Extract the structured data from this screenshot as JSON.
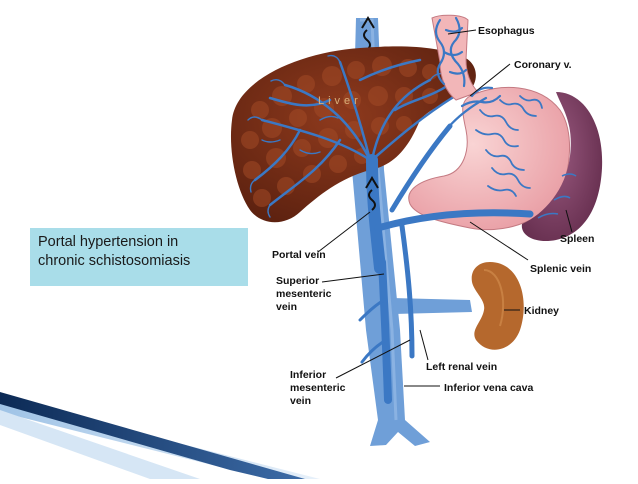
{
  "caption": {
    "line1": "Portal hypertension  in",
    "line2": "chronic schistosomiasis"
  },
  "labels": {
    "esophagus": "Esophagus",
    "coronary": "Coronary v.",
    "liver": "Liver",
    "spleen": "Spleen",
    "portal_vein": "Portal vein",
    "superior_1": "Superior",
    "superior_2": "mesenteric",
    "superior_3": "vein",
    "splenic_vein": "Splenic vein",
    "kidney": "Kidney",
    "left_renal": "Left renal vein",
    "inferior_1": "Inferior",
    "inferior_2": "mesenteric",
    "inferior_3": "vein",
    "ivc": "Inferior  vena cava"
  },
  "colors": {
    "caption_bg": "#a9dde9",
    "vein_blue": "#3b78c4",
    "vena_cava": "#6f9fd8",
    "liver": "#7a2e17",
    "stomach": "#f2b6b8",
    "spleen": "#7a3a5e",
    "kidney": "#b5682d"
  }
}
